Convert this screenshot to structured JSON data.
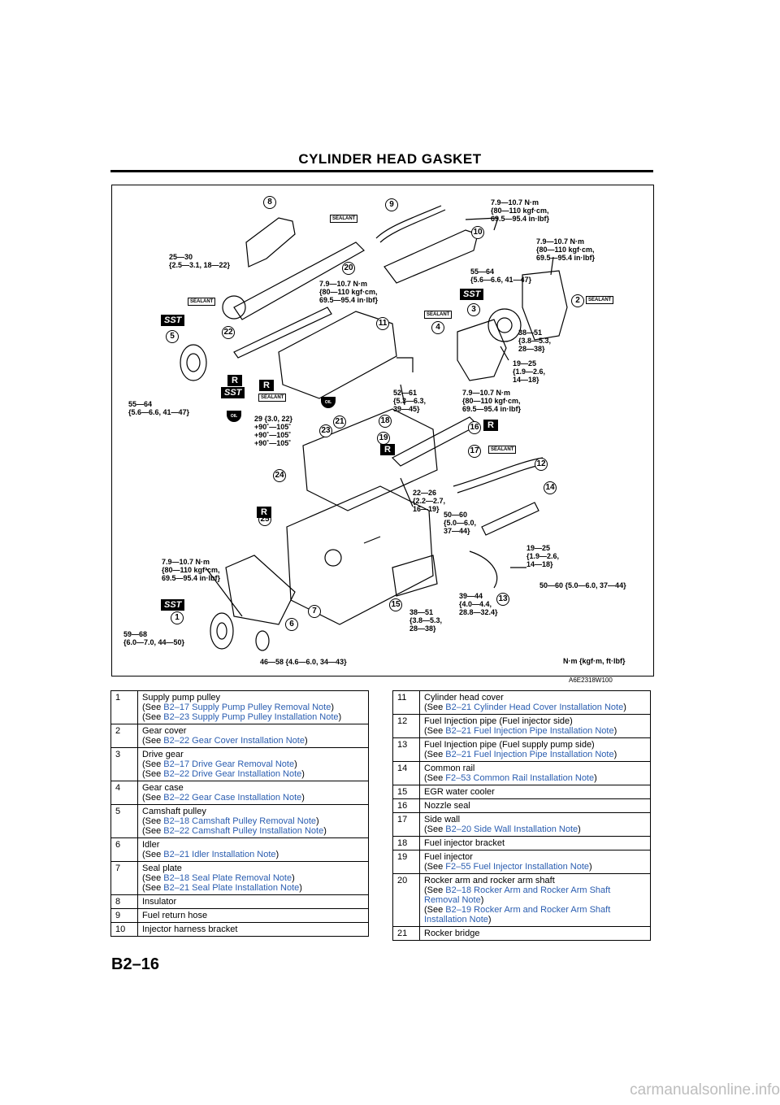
{
  "page": {
    "title": "CYLINDER HEAD GASKET",
    "page_number": "B2–16",
    "figure_code": "A6E2318W100",
    "watermark": "carmanualsonline.info"
  },
  "figure": {
    "units": "N·m {kgf·m, ft·lbf}",
    "callouts": [
      "1",
      "2",
      "3",
      "4",
      "5",
      "6",
      "7",
      "8",
      "9",
      "10",
      "11",
      "12",
      "13",
      "14",
      "15",
      "16",
      "17",
      "18",
      "19",
      "20",
      "21",
      "22",
      "23",
      "24",
      "25"
    ],
    "badges": {
      "sst": "SST",
      "r": "R",
      "sealant": "SEALANT",
      "oil": "OIL"
    },
    "torque_labels": {
      "t_9_right": "7.9—10.7 N·m\n{80—110 kgf·cm,\n69.5—95.4 in·lbf}",
      "t_2_top": "7.9—10.7 N·m\n{80—110 kgf·cm,\n69.5—95.4 in·lbf}",
      "t_25_30": "25—30\n{2.5—3.1, 18—22}",
      "t_55_64_top": "55—64\n{5.6—6.6, 41—47}",
      "t_11_top": "7.9—10.7 N·m\n{80—110 kgf·cm,\n69.5—95.4 in·lbf}",
      "t_38_51_top": "38—51\n{3.8—5.3,\n28—38}",
      "t_19_25_top": "19—25\n{1.9—2.6,\n14—18}",
      "t_55_64_left": "55—64\n{5.6—6.6, 41—47}",
      "t_52_61": "52—61\n{5.3—6.3,\n39—45}",
      "t_17_top": "7.9—10.7 N·m\n{80—110 kgf·cm,\n69.5—95.4 in·lbf}",
      "t_29": "29 {3.0, 22}\n+90˚—105˚\n+90˚—105˚\n+90˚—105˚",
      "t_22_26": "22—26\n{2.2—2.7,\n16—19}",
      "t_50_60_mid": "50—60\n{5.0—6.0,\n37—44}",
      "t_19_25_right": "19—25\n{1.9—2.6,\n14—18}",
      "t_7_left": "7.9—10.7 N·m\n{80—110 kgf·cm,\n69.5—95.4 in·lbf}",
      "t_50_60_bottom": "50—60 {5.0—6.0, 37—44}",
      "t_39_44": "39—44\n{4.0—4.4,\n28.8—32.4}",
      "t_38_51_bottom": "38—51\n{3.8—5.3,\n28—38}",
      "t_59_68": "59—68\n{6.0—7.0, 44—50}",
      "t_46_58": "46—58 {4.6—6.0, 34—43}"
    }
  },
  "left_table": [
    {
      "num": "1",
      "name": "Supply pump pulley",
      "refs": [
        {
          "pre": "(See ",
          "link": "B2–17 Supply Pump Pulley Removal Note",
          "post": ")"
        },
        {
          "pre": "(See ",
          "link": "B2–23 Supply Pump Pulley Installation Note",
          "post": ")"
        }
      ]
    },
    {
      "num": "2",
      "name": "Gear cover",
      "refs": [
        {
          "pre": "(See ",
          "link": "B2–22 Gear Cover Installation Note",
          "post": ")"
        }
      ]
    },
    {
      "num": "3",
      "name": "Drive gear",
      "refs": [
        {
          "pre": "(See ",
          "link": "B2–17 Drive Gear Removal Note",
          "post": ")"
        },
        {
          "pre": "(See ",
          "link": "B2–22 Drive Gear Installation Note",
          "post": ")"
        }
      ]
    },
    {
      "num": "4",
      "name": "Gear case",
      "refs": [
        {
          "pre": "(See ",
          "link": "B2–22 Gear Case Installation Note",
          "post": ")"
        }
      ]
    },
    {
      "num": "5",
      "name": "Camshaft pulley",
      "refs": [
        {
          "pre": "(See ",
          "link": "B2–18 Camshaft Pulley Removal Note",
          "post": ")"
        },
        {
          "pre": "(See ",
          "link": "B2–22 Camshaft Pulley Installation Note",
          "post": ")"
        }
      ]
    },
    {
      "num": "6",
      "name": "Idler",
      "refs": [
        {
          "pre": "(See ",
          "link": "B2–21 Idler Installation Note",
          "post": ")"
        }
      ]
    },
    {
      "num": "7",
      "name": "Seal plate",
      "refs": [
        {
          "pre": "(See ",
          "link": "B2–18 Seal Plate Removal Note",
          "post": ")"
        },
        {
          "pre": "(See ",
          "link": "B2–21 Seal Plate Installation Note",
          "post": ")"
        }
      ]
    },
    {
      "num": "8",
      "name": "Insulator",
      "refs": []
    },
    {
      "num": "9",
      "name": "Fuel return hose",
      "refs": []
    },
    {
      "num": "10",
      "name": "Injector harness bracket",
      "refs": []
    }
  ],
  "right_table": [
    {
      "num": "11",
      "name": "Cylinder head cover",
      "refs": [
        {
          "pre": "(See ",
          "link": "B2–21 Cylinder Head Cover Installation Note",
          "post": ")"
        }
      ]
    },
    {
      "num": "12",
      "name": "Fuel Injection pipe (Fuel injector side)",
      "refs": [
        {
          "pre": "(See ",
          "link": "B2–21 Fuel Injection Pipe Installation Note",
          "post": ")"
        }
      ]
    },
    {
      "num": "13",
      "name": "Fuel Injection pipe (Fuel supply pump side)",
      "refs": [
        {
          "pre": "(See ",
          "link": "B2–21 Fuel Injection Pipe Installation Note",
          "post": ")"
        }
      ]
    },
    {
      "num": "14",
      "name": "Common rail",
      "refs": [
        {
          "pre": "(See ",
          "link": "F2–53 Common Rail Installation Note",
          "post": ")"
        }
      ]
    },
    {
      "num": "15",
      "name": "EGR water cooler",
      "refs": []
    },
    {
      "num": "16",
      "name": "Nozzle seal",
      "refs": []
    },
    {
      "num": "17",
      "name": "Side wall",
      "refs": [
        {
          "pre": "(See ",
          "link": "B2–20 Side Wall Installation Note",
          "post": ")"
        }
      ]
    },
    {
      "num": "18",
      "name": "Fuel injector bracket",
      "refs": []
    },
    {
      "num": "19",
      "name": "Fuel injector",
      "refs": [
        {
          "pre": "(See ",
          "link": "F2–55 Fuel Injector Installation Note",
          "post": ")"
        }
      ]
    },
    {
      "num": "20",
      "name": "Rocker arm and rocker arm shaft",
      "refs": [
        {
          "pre": "(See ",
          "link": "B2–18 Rocker Arm and Rocker Arm Shaft Removal Note",
          "post": ")"
        },
        {
          "pre": "(See ",
          "link": "B2–19 Rocker Arm and Rocker Arm Shaft Installation Note",
          "post": ")"
        }
      ]
    },
    {
      "num": "21",
      "name": "Rocker bridge",
      "refs": []
    }
  ]
}
